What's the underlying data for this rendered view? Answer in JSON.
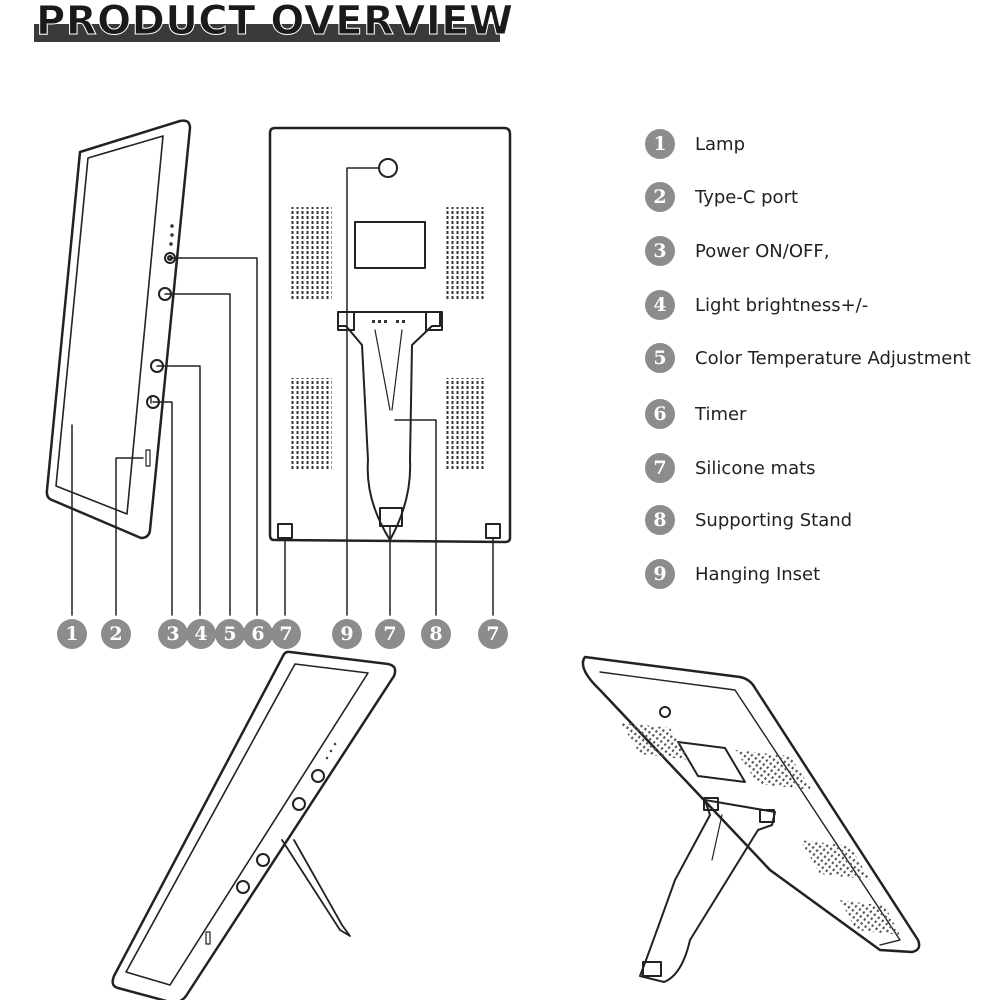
{
  "title": "PRODUCT OVERVIEW",
  "legend": [
    {
      "num": "1",
      "label": "Lamp"
    },
    {
      "num": "2",
      "label": "Type-C port"
    },
    {
      "num": "3",
      "label": "Power ON/OFF,"
    },
    {
      "num": "4",
      "label": "Light brightness+/-"
    },
    {
      "num": "5",
      "label": "Color Temperature Adjustment"
    },
    {
      "num": "6",
      "label": "Timer"
    },
    {
      "num": "7",
      "label": "Silicone mats"
    },
    {
      "num": "8",
      "label": "Supporting Stand"
    },
    {
      "num": "9",
      "label": "Hanging Inset"
    }
  ],
  "callouts": [
    "1",
    "2",
    "3",
    "4",
    "5",
    "6",
    "7",
    "9",
    "7",
    "8",
    "7"
  ],
  "colors": {
    "badge": "#8c8c8c",
    "line": "#222222",
    "title_bar": "#3a3a3a"
  }
}
